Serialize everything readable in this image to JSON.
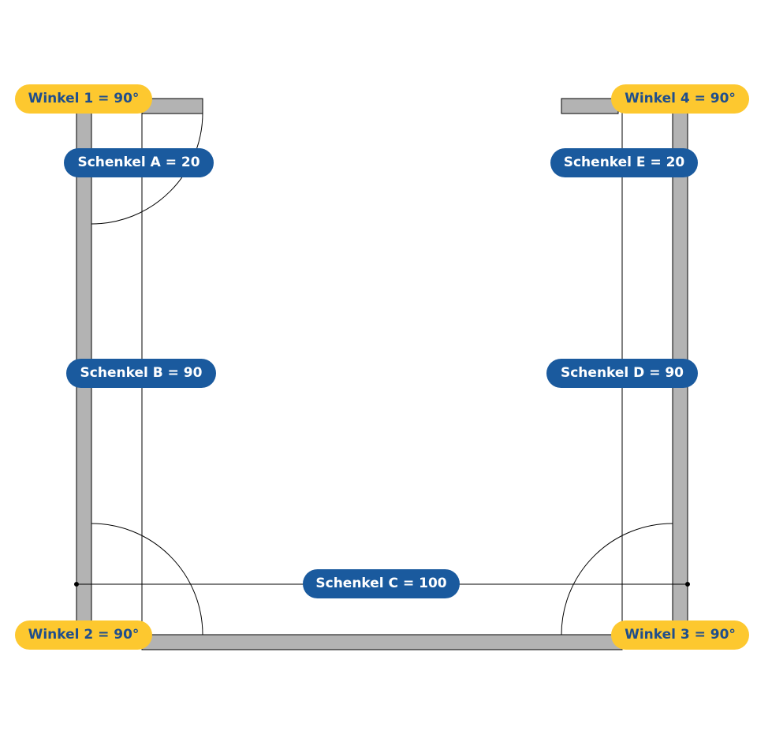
{
  "colors": {
    "angle_badge_bg": "#FDC82F",
    "angle_badge_text": "#1F4E8C",
    "leg_badge_bg": "#1A5A9E",
    "leg_badge_text": "#FFFFFF",
    "profile_fill": "#B3B3B3",
    "line": "#000000"
  },
  "angles": {
    "w1": "Winkel 1 = 90°",
    "w2": "Winkel 2 = 90°",
    "w3": "Winkel 3 = 90°",
    "w4": "Winkel 4 = 90°"
  },
  "legs": {
    "a": "Schenkel A = 20",
    "b": "Schenkel B = 90",
    "c": "Schenkel C = 100",
    "d": "Schenkel D = 90",
    "e": "Schenkel E = 20"
  }
}
